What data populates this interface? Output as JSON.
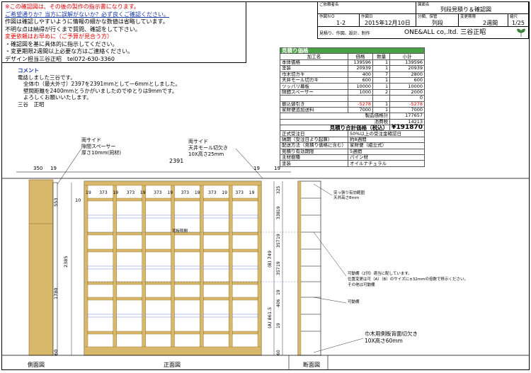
{
  "notice": {
    "line1": "※この確認図は、その後の製作の指示書になります。",
    "line2": "ご希望通りか？当方に誤解がないか？必ず良くご確認ください。",
    "line3": "作図は確認しやすいように情報の細かな数値は省略しています。",
    "line4": "不明な点は納得が行くまで質問、確認をして下さい。",
    "line5": "変更依頼はお早めに（ご予算が見合う方）",
    "line6": "・確認図を基に具体的に指示してください。",
    "line7": "・変更期限2週間以上必要な方はご連絡ください。",
    "line8": "デザイン担当三谷正昭　tel072-630-3360"
  },
  "title_block": {
    "customer_label": "ご依頼者名",
    "drawing_name_label": "図面名",
    "drawing_name": "列段見積り＆確認図",
    "drawing_no_label": "作図ＮＯ",
    "drawing_no": "1-2",
    "date_label": "作図日",
    "date": "2015年12月10日",
    "category_label": "分類、保管",
    "category": "列段",
    "deadline_label": "変更期限",
    "deadline": "2週間",
    "scale_label": "縮尺",
    "scale": "1/25",
    "desc": "見積り、作図、設計、制作",
    "company": "ONE&ALL co,.ltd.  三谷正昭"
  },
  "comment": {
    "heading": "コメント",
    "line1": "電話しました三谷です。",
    "line2": "全体巾（最大外寸）2397を2391mmとして一6mmとしました。",
    "line3": "壁間距離を2400mmとうかがいましたのでゆとりは9mmです。",
    "line4": "よろしくお願いいたします。",
    "line5": "三谷　正昭"
  },
  "price": {
    "header": "見積り価格",
    "col_item": "加工名",
    "col_price": "価格",
    "col_qty": "数量",
    "col_subtotal": "小計",
    "rows": [
      {
        "item": "本体価格",
        "price": "139596",
        "qty": "1",
        "subtotal": "139596"
      },
      {
        "item": "塗装",
        "price": "20939",
        "qty": "1",
        "subtotal": "20939"
      },
      {
        "item": "巾木切カキ",
        "price": "400",
        "qty": "7",
        "subtotal": "2800"
      },
      {
        "item": "天井モール切カキ",
        "price": "600",
        "qty": "1",
        "subtotal": "600"
      },
      {
        "item": "ツッパリ幕板",
        "price": "10000",
        "qty": "1",
        "subtotal": "10000"
      },
      {
        "item": "隙間スペーサー",
        "price": "1000",
        "qty": "2",
        "subtotal": "2000"
      },
      {
        "item": "",
        "price": "",
        "qty": "",
        "subtotal": "0"
      },
      {
        "item": "振込値引き",
        "price": "-5278",
        "qty": "1",
        "subtotal": "-5278"
      },
      {
        "item": "家財便追加送料",
        "price": "7000",
        "qty": "1",
        "subtotal": "7000"
      }
    ],
    "product_label": "製品価格計",
    "product_value": "177657",
    "tax_label": "消費税",
    "tax_value": "14213",
    "total_label": "見積り合計価格（税込）",
    "total_value": "¥191870",
    "spec": [
      {
        "k": "正式受注日",
        "v": "50%以上の受注金確認日"
      },
      {
        "k": "納期（受注日より起算）",
        "v": "約8週間"
      },
      {
        "k": "配送方法（見積り価格に含む）",
        "v": "家財便（組立式）"
      },
      {
        "k": "見積り有効期限",
        "v": "5週間"
      },
      {
        "k": "主材樹種",
        "v": "パイン材"
      },
      {
        "k": "塗装",
        "v": "オイルナチュラル"
      }
    ]
  },
  "drawing": {
    "dims_top": [
      "350",
      "19",
      "2391",
      "19",
      "19"
    ],
    "inner_widths": [
      "19",
      "373",
      "19",
      "373",
      "19",
      "373",
      "19",
      "373",
      "19",
      "373",
      "19",
      "373",
      "19"
    ],
    "left_dims": [
      "553",
      "2385",
      "1780",
      "60"
    ],
    "left_small": "10",
    "right_dims": [
      "325",
      "19",
      "338",
      "19",
      "357",
      "19",
      "357",
      "19",
      "406",
      "19",
      "60"
    ],
    "right_paren": [
      "(B) 749",
      "(A) 861.5"
    ],
    "label_side": "両サイド\n隙間スペーサー\n厚さ10mm(同材)",
    "label_top_1": "両サイド",
    "label_top_2": "天井モール切欠き",
    "label_top_3": "10X高さ25mm",
    "label_back": "背板隙間",
    "label_top_right_1": "突っ張り有効範囲",
    "label_top_right_2": "天井高さ8mm",
    "label_adj_1": "可動棚（2列）適当に配しています。",
    "label_adj_2": "位置変更は可（A）（B）のサイズに±32mmの倍数で移示ください。",
    "label_adj_3": "その他は可動棚",
    "label_movable": "可動棚",
    "label_skirting_1": "巾木用側板背面切欠き",
    "label_skirting_2": "10X高さ60mm",
    "caption_side": "側面図",
    "caption_front": "正面図",
    "caption_section": "断面図"
  }
}
